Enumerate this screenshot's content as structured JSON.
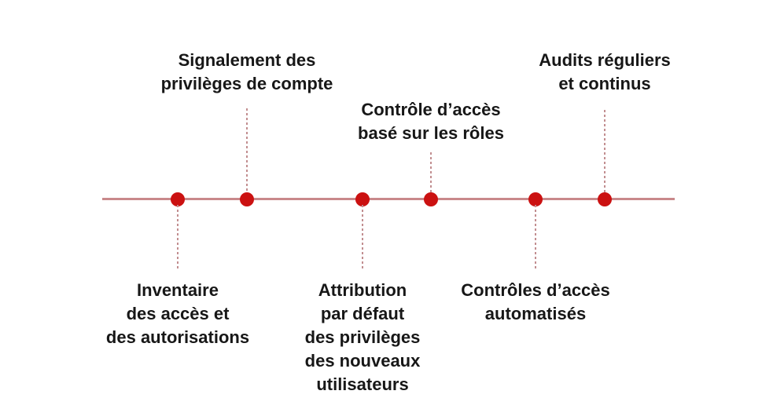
{
  "timeline": {
    "colors": {
      "axis": "#c9898b",
      "dot": "#cb1111",
      "connector": "#c28e90",
      "label": "#171717",
      "bg": "#ffffff"
    },
    "milestones": [
      {
        "label": "Inventaire\ndes accès et\ndes autorisations",
        "side": "below"
      },
      {
        "label": "Signalement des\nprivilèges de compte",
        "side": "above"
      },
      {
        "label": "Attribution\npar défaut\ndes privilèges\ndes nouveaux\nutilisateurs",
        "side": "below"
      },
      {
        "label": "Contrôle d’accès\nbasé sur les rôles",
        "side": "above"
      },
      {
        "label": "Contrôles d’accès\nautomatisés",
        "side": "below"
      },
      {
        "label": "Audits réguliers\net continus",
        "side": "above"
      }
    ]
  }
}
